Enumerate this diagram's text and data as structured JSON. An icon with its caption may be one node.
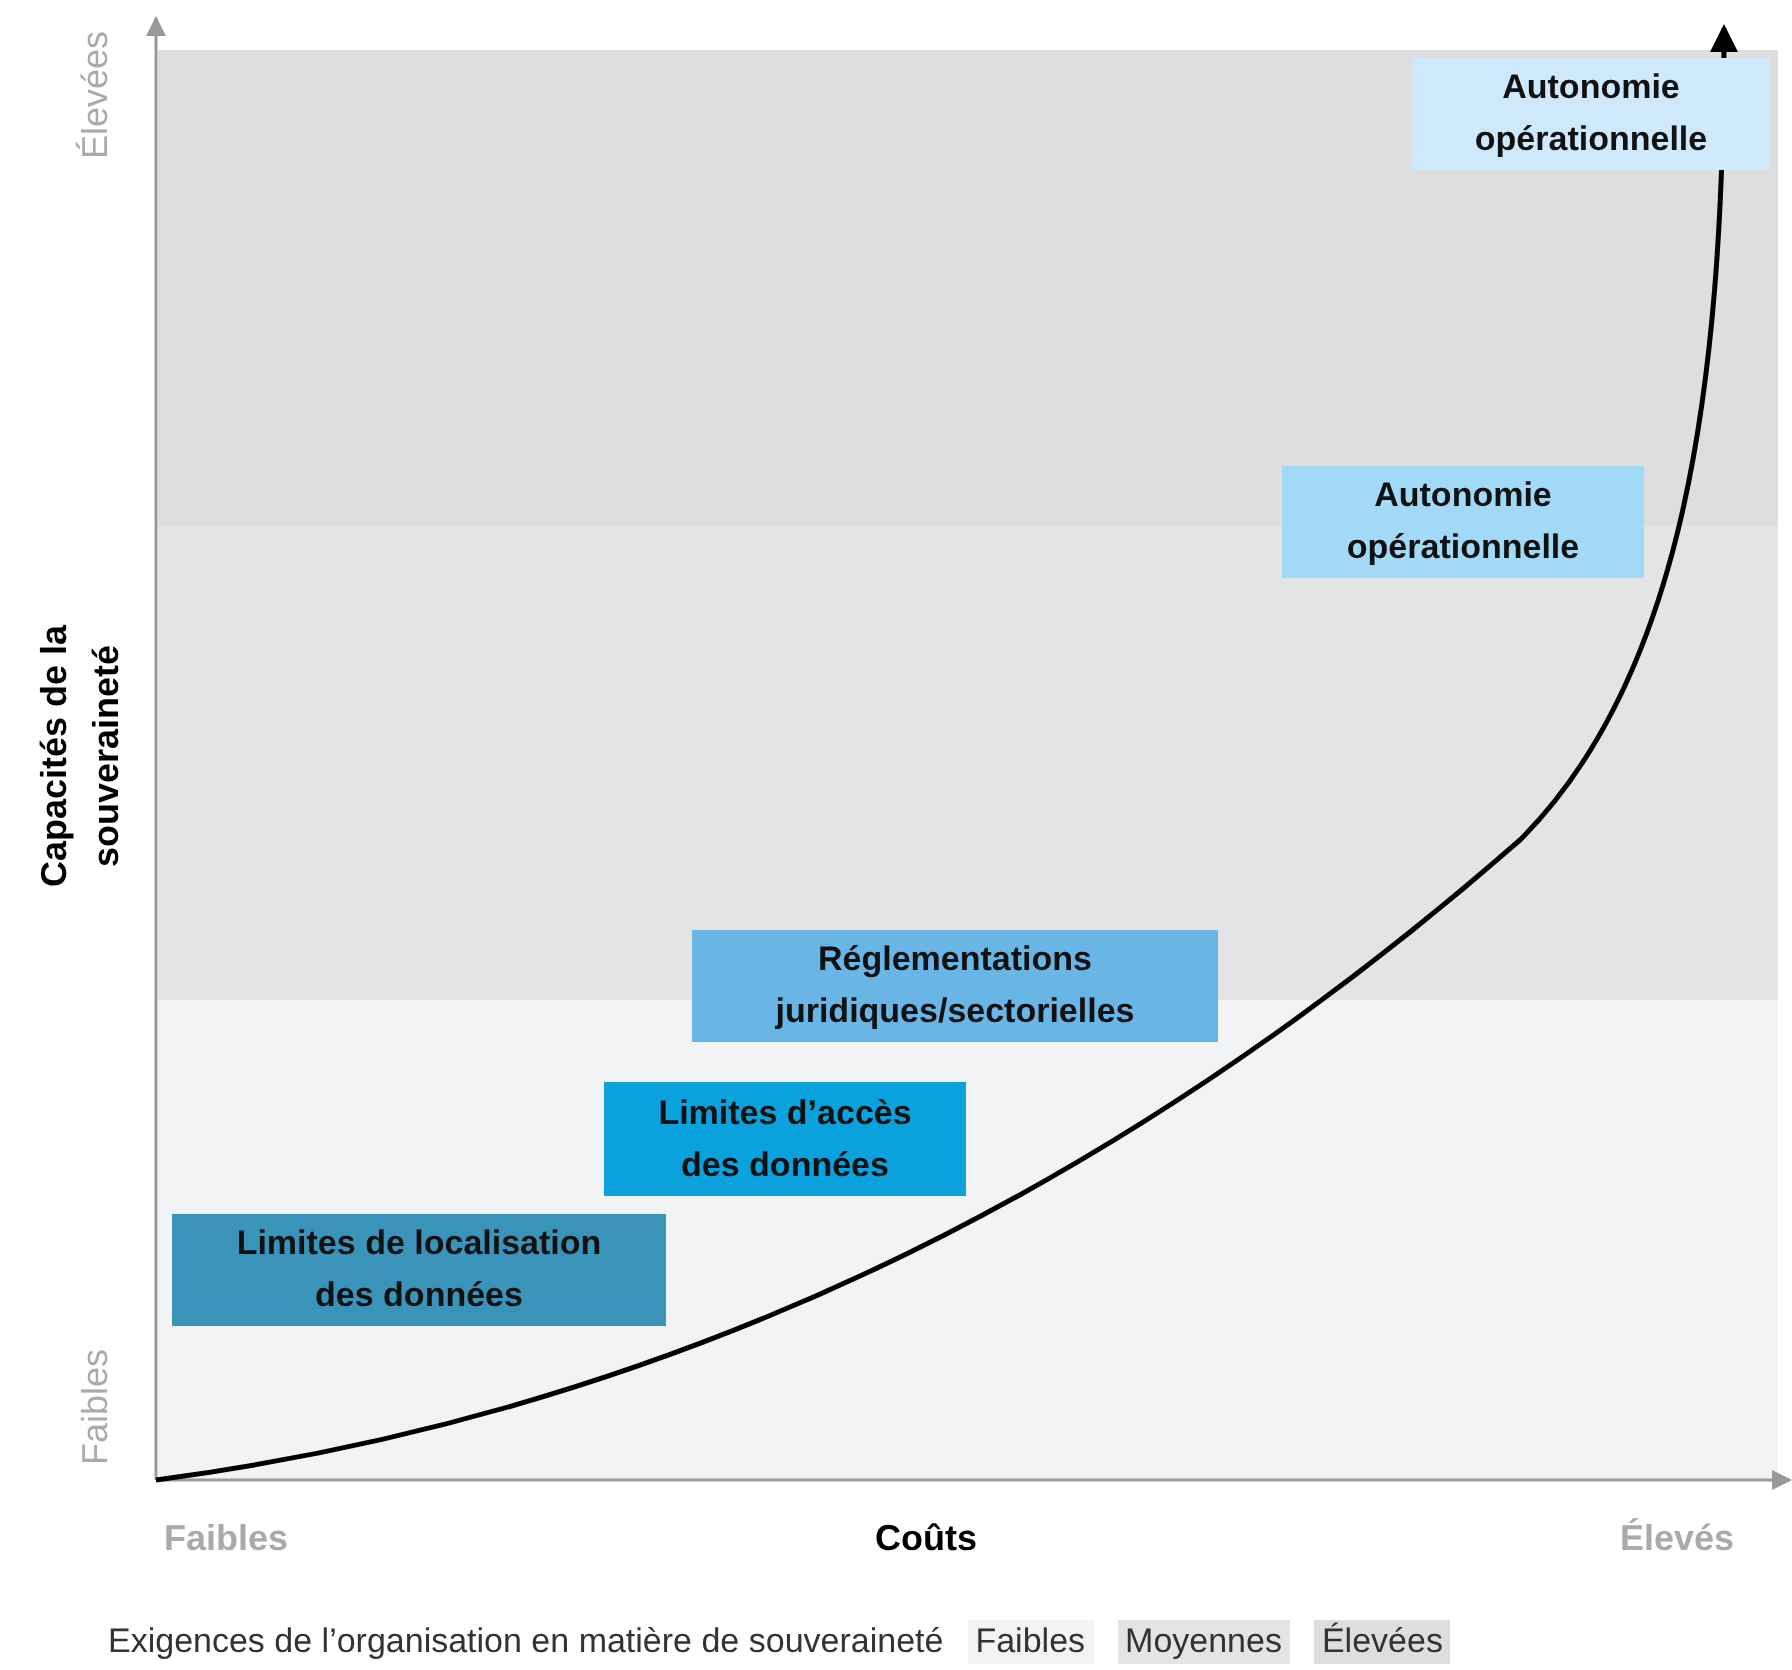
{
  "diagram": {
    "nodes": [
      {
        "text": [
          "Limites de localisation des données"
        ]
      },
      {
        "text": [
          "Limites d’accès des données"
        ]
      },
      {
        "text": [
          "Réglementations juridiques/sectorielles"
        ]
      },
      {
        "text": [
          "Autonomie opérationnelle"
        ]
      },
      {
        "text": [
          "Autonomie opérationnelle"
        ]
      }
    ],
    "edges": [],
    "labels": [
      "Élevées",
      "Capacités de la souveraineté",
      "Faibles",
      "Faibles",
      "Coûts",
      "Élevés",
      "Exigences de l’organisation en matière de souveraineté"
    ],
    "legend": [
      {
        "text": "Faibles",
        "color": "#f2f3f5"
      },
      {
        "text": "Moyennes",
        "color": "#e3e4e4"
      },
      {
        "text": "Élevées",
        "color": "#dedede"
      }
    ]
  }
}
